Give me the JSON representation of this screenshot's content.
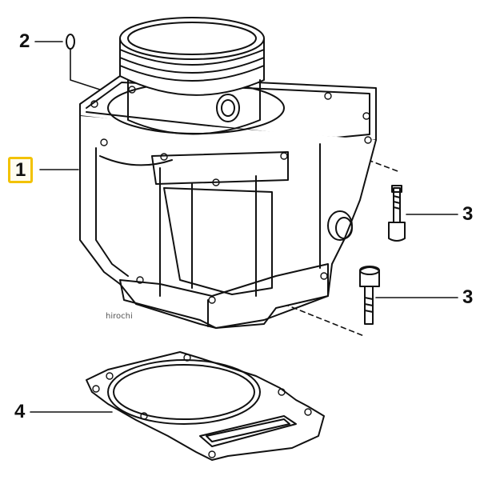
{
  "callouts": {
    "c1": "1",
    "c2": "2",
    "c3a": "3",
    "c3b": "3",
    "c4": "4"
  },
  "watermark": "hirochi",
  "colors": {
    "line": "#111111",
    "highlight": "#f2c200"
  }
}
